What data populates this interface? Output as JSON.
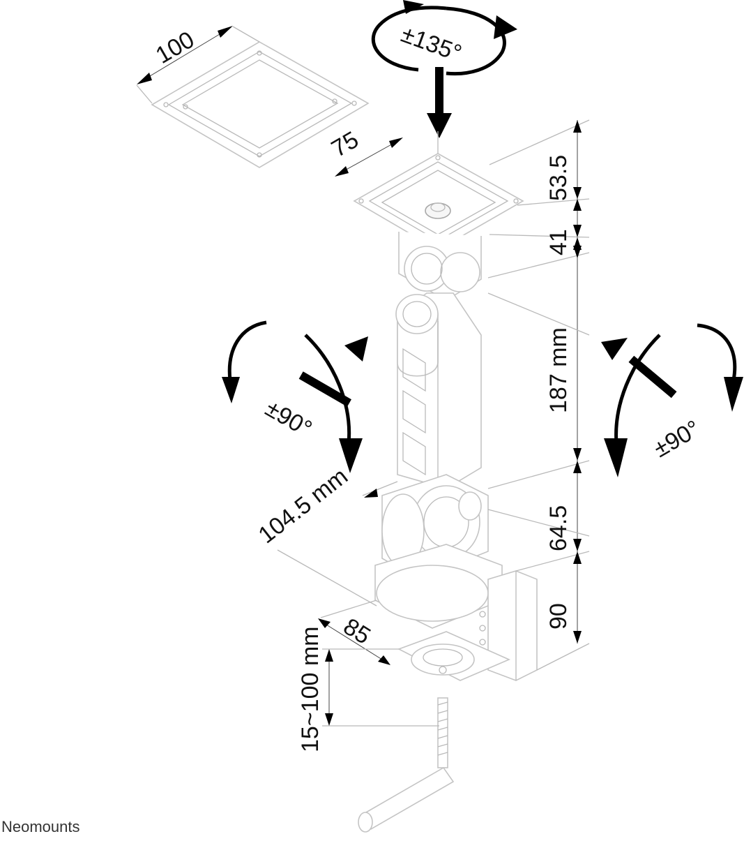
{
  "diagram": {
    "rotation_labels": {
      "swivel": "±135°",
      "tilt_left": "±90°",
      "tilt_right": "±90°"
    },
    "dimensions": {
      "vesa_large": "100",
      "vesa_small": "75",
      "height_plate": "53.5",
      "height_head": "41",
      "height_arm": "187 mm",
      "height_elbow": "64.5",
      "height_clamp": "90",
      "arm_depth": "104.5 mm",
      "clamp_width": "85",
      "clamp_range": "15~100 mm"
    }
  },
  "brand": {
    "name": "Neomounts"
  },
  "colors": {
    "line": "#c4c4c4",
    "arrow": "#000000",
    "text": "#111111"
  }
}
